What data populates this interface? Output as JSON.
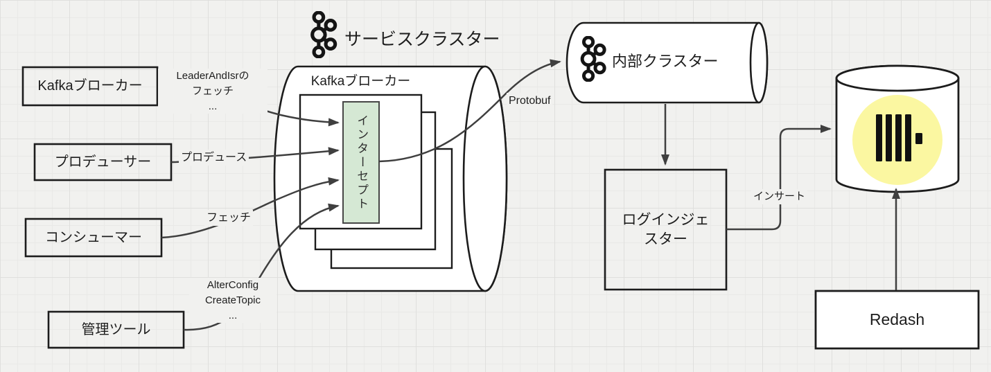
{
  "diagram": {
    "nodes": {
      "kafka_broker_left": {
        "label": "Kafkaブローカー"
      },
      "producer": {
        "label": "プロデューサー"
      },
      "consumer": {
        "label": "コンシューマー"
      },
      "admin_tool": {
        "label": "管理ツール"
      },
      "service_cluster": {
        "title": "サービスクラスター",
        "broker_label": "Kafkaブローカー",
        "interceptor_label": "インターセプト"
      },
      "internal_cluster": {
        "label": "内部クラスター"
      },
      "log_ingester": {
        "label": "ログインジェ\nスター"
      },
      "redash": {
        "label": "Redash"
      }
    },
    "edges": {
      "leader_and_isr": {
        "label": "LeaderAndIsrの\nフェッチ\n..."
      },
      "produce": {
        "label": "プロデュース"
      },
      "fetch": {
        "label": "フェッチ"
      },
      "admin_ops": {
        "label": "AlterConfig\nCreateTopic\n..."
      },
      "protobuf": {
        "label": "Protobuf"
      },
      "insert": {
        "label": "インサート"
      }
    },
    "icons": {
      "kafka_logo": "kafka-icon",
      "clickhouse_logo": "clickhouse-icon"
    },
    "colors": {
      "canvas": "#f1f1ef",
      "interceptor_fill": "#d5e8d4",
      "clickhouse_yellow": "#fbf7a1",
      "shape_stroke": "#1c1c1c",
      "edge_stroke": "#3f3f3f"
    }
  }
}
